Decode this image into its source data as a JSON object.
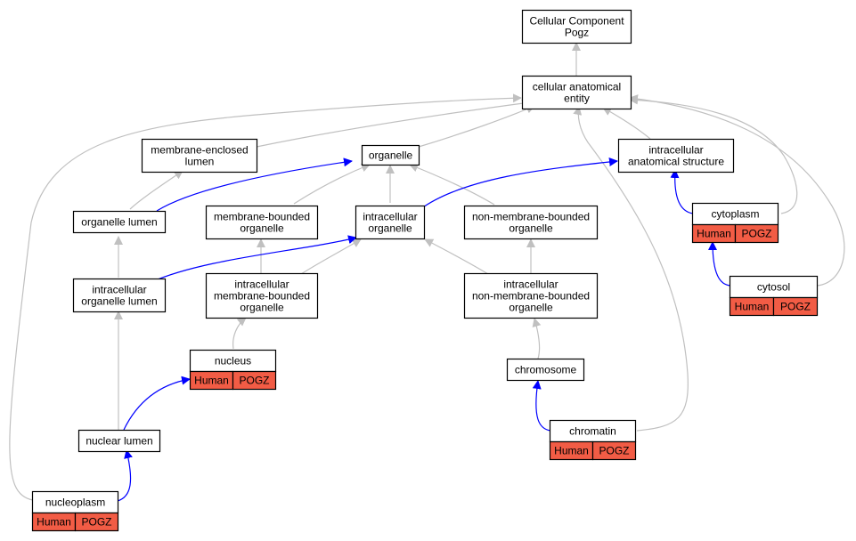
{
  "colors": {
    "gray_edge": "#c0c0c0",
    "blue_edge": "#0000ff",
    "annotation_fill": "#f25c45",
    "node_fill": "#ffffff",
    "node_stroke": "#000000"
  },
  "nodes": {
    "root": [
      "Cellular Component",
      "Pogz"
    ],
    "cae": [
      "cellular anatomical",
      "entity"
    ],
    "mel": [
      "membrane-enclosed",
      "lumen"
    ],
    "org": [
      "organelle"
    ],
    "ias": [
      "intracellular",
      "anatomical structure"
    ],
    "orgl": [
      "organelle lumen"
    ],
    "mbo": [
      "membrane-bounded",
      "organelle"
    ],
    "io": [
      "intracellular",
      "organelle"
    ],
    "nmbo": [
      "non-membrane-bounded",
      "organelle"
    ],
    "cyto": [
      "cytoplasm"
    ],
    "iol": [
      "intracellular",
      "organelle lumen"
    ],
    "imbo": [
      "intracellular",
      "membrane-bounded",
      "organelle"
    ],
    "inmbo": [
      "intracellular",
      "non-membrane-bounded",
      "organelle"
    ],
    "cytosol": [
      "cytosol"
    ],
    "nucleus": [
      "nucleus"
    ],
    "chrom": [
      "chromosome"
    ],
    "nlumen": [
      "nuclear lumen"
    ],
    "chromatin": [
      "chromatin"
    ],
    "nplasm": [
      "nucleoplasm"
    ]
  },
  "annotations": {
    "species": "Human",
    "gene": "POGZ"
  }
}
